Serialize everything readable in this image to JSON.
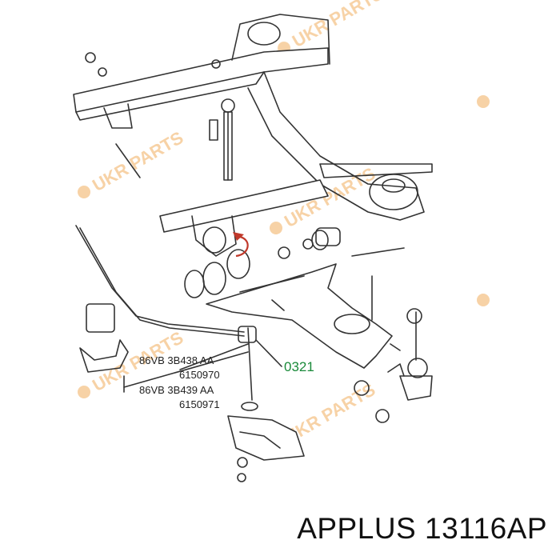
{
  "diagram": {
    "part_labels": [
      {
        "text": "86VB 3B438 AA"
      },
      {
        "text": "6150970"
      },
      {
        "text": "86VB 3B439 AA"
      },
      {
        "text": "6150971"
      }
    ],
    "highlight_label": "0321",
    "watermark_text": "UKR PARTS",
    "colors": {
      "line": "#333333",
      "highlight_label": "#1a8a3a",
      "highlight_arrow": "#c0392b",
      "watermark": "#f2b56b"
    }
  },
  "footer": {
    "brand": "APPLUS",
    "part_number": "13116AP"
  }
}
